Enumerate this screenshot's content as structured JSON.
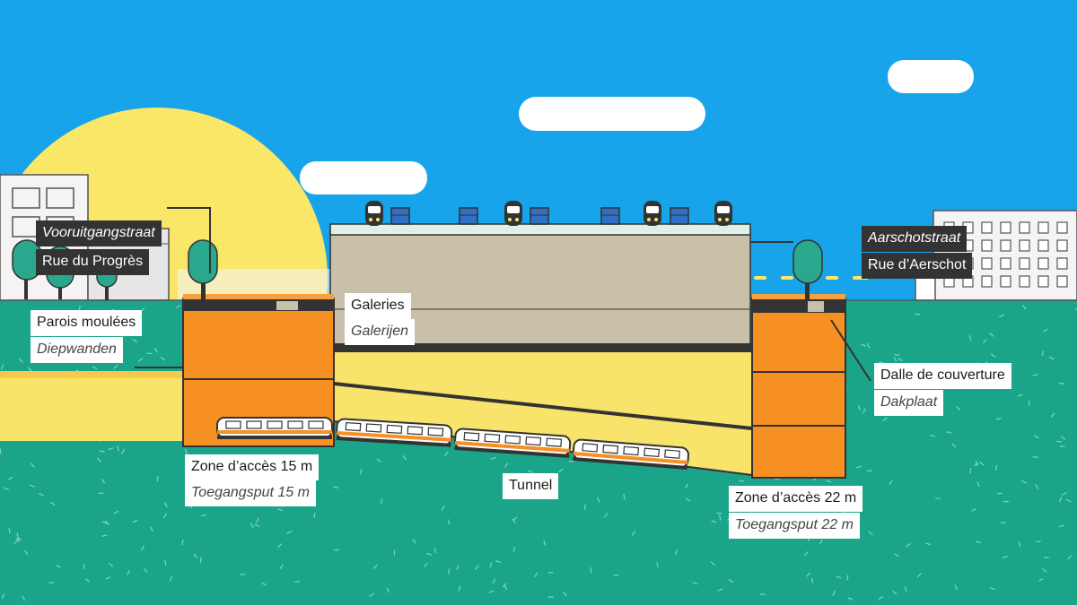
{
  "colors": {
    "sky": "#17a4ea",
    "sun": "#fae768",
    "ground": "#1aa58a",
    "sand": "#f8e36b",
    "wall": "#f69023",
    "gallery": "#c8c0a8",
    "tree": "#2aa88e",
    "train_stripe": "#f69023",
    "label_dark": "#333333",
    "label_light": "#ffffff"
  },
  "streets": {
    "left_nl": "Vooruitgangstraat",
    "left_fr": "Rue du Progrès",
    "right_nl": "Aarschotstraat",
    "right_fr": "Rue d’Aerschot"
  },
  "labels": {
    "walls_fr": "Parois moulées",
    "walls_nl": "Diepwanden",
    "galleries_fr": "Galeries",
    "galleries_nl": "Galerijen",
    "slab_fr": "Dalle de couverture",
    "slab_nl": "Dakplaat",
    "access15_fr": "Zone d’accès 15 m",
    "access15_nl": "Toegangsput 15 m",
    "tunnel": "Tunnel",
    "access22_fr": "Zone d’accès 22 m",
    "access22_nl": "Toegangsput 22 m"
  },
  "icons": {
    "train": "tram-train-icon",
    "tree": "tree-icon",
    "building": "building-icon",
    "sun": "sun-icon",
    "cloud": "cloud-icon",
    "rail_front": "train-front-icon",
    "bench": "platform-bench-icon"
  }
}
